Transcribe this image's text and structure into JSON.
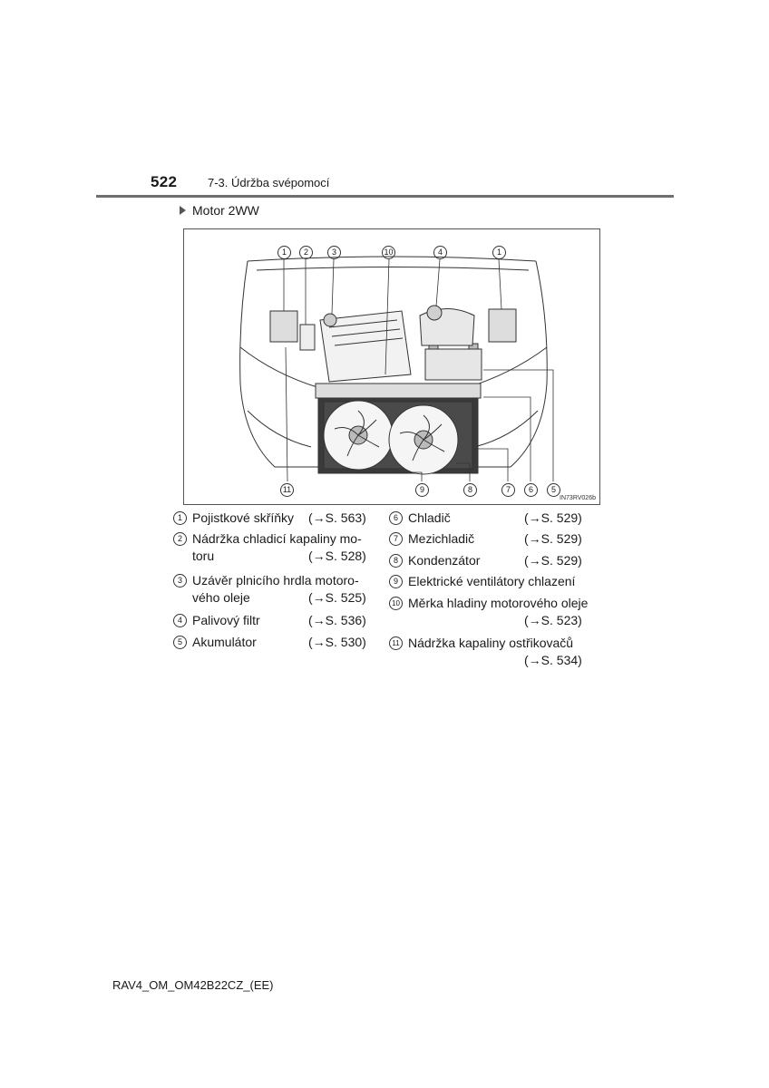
{
  "header": {
    "page_number": "522",
    "section_title": "7-3. Údržba svépomocí"
  },
  "sub_heading": "Motor 2WW",
  "figure": {
    "image_code": "IN73RV026b",
    "callouts_top": [
      "1",
      "2",
      "3",
      "10",
      "4",
      "1"
    ],
    "callouts_bottom": [
      "11",
      "9",
      "8",
      "7",
      "6",
      "5"
    ]
  },
  "legend_left": [
    {
      "num": "1",
      "lines": [
        "Pojistkové skříňky"
      ],
      "ref": "(→S. 563)"
    },
    {
      "num": "2",
      "lines": [
        "Nádržka chladicí kapaliny mo-",
        "toru"
      ],
      "ref": "(→S. 528)"
    },
    {
      "num": "3",
      "lines": [
        "Uzávěr plnicího hrdla motoro-",
        "vého oleje"
      ],
      "ref": "(→S. 525)"
    },
    {
      "num": "4",
      "lines": [
        "Palivový filtr"
      ],
      "ref": "(→S. 536)"
    },
    {
      "num": "5",
      "lines": [
        "Akumulátor"
      ],
      "ref": "(→S. 530)"
    }
  ],
  "legend_right": [
    {
      "num": "6",
      "lines": [
        "Chladič"
      ],
      "ref": "(→S. 529)"
    },
    {
      "num": "7",
      "lines": [
        "Mezichladič"
      ],
      "ref": "(→S. 529)"
    },
    {
      "num": "8",
      "lines": [
        "Kondenzátor"
      ],
      "ref": "(→S. 529)"
    },
    {
      "num": "9",
      "lines": [
        "Elektrické ventilátory chlazení"
      ],
      "ref": ""
    },
    {
      "num": "10",
      "lines": [
        "Měrka hladiny motorového oleje"
      ],
      "ref": "(→S. 523)"
    },
    {
      "num": "11",
      "lines": [
        "Nádržka kapaliny ostřikovačů"
      ],
      "ref": "(→S. 534)"
    }
  ],
  "footer": {
    "document_code": "RAV4_OM_OM42B22CZ_(EE)"
  }
}
